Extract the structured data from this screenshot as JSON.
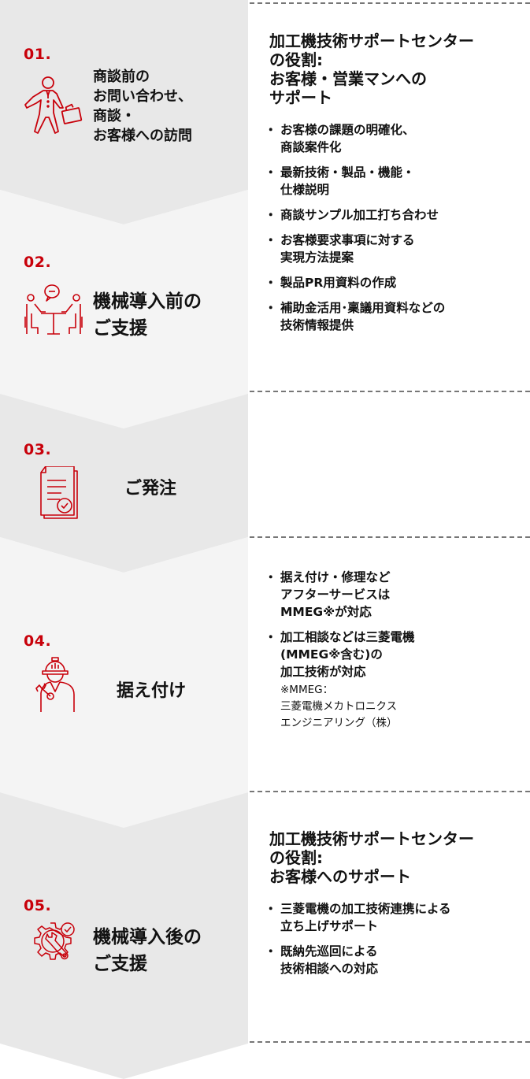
{
  "colors": {
    "accent_red": "#c8000a",
    "band_dark": "#e8e8e8",
    "band_light": "#f4f4f4",
    "dash": "#777777"
  },
  "steps": [
    {
      "number": "01.",
      "title": "商談前の\nお問い合わせ、\n商談・\nお客様への訪問",
      "icon": "businessman-briefcase-icon"
    },
    {
      "number": "02.",
      "title": "機械導入前の\nご支援",
      "icon": "meeting-table-icon"
    },
    {
      "number": "03.",
      "title": "ご発注",
      "icon": "document-check-icon"
    },
    {
      "number": "04.",
      "title": "据え付け",
      "icon": "worker-helmet-wrench-icon"
    },
    {
      "number": "05.",
      "title": "機械導入後の\nご支援",
      "icon": "gear-wrench-check-icon"
    }
  ],
  "panels": {
    "pre_sales": {
      "heading": "加工機技術サポートセンター\nの役割:\nお客様・営業マンへの\nサポート",
      "items": [
        "お客様の課題の明確化、\n商談案件化",
        "最新技術・製品・機能・\n仕様説明",
        "商談サンプル加工打ち合わせ",
        "お客様要求事項に対する\n実現方法提案",
        "製品PR用資料の作成",
        "補助金活用･稟議用資料などの\n技術情報提供"
      ]
    },
    "installation": {
      "items": [
        "据え付け・修理など\nアフターサービスは\nMMEG※が対応",
        "加工相談などは三菱電機\n(MMEG※含む)の\n加工技術が対応"
      ],
      "note": "※MMEG：\n三菱電機メカトロニクス\nエンジニアリング（株）"
    },
    "post_install": {
      "heading": "加工機技術サポートセンター\nの役割:\nお客様へのサポート",
      "items": [
        "三菱電機の加工技術連携による\n立ち上げサポート",
        "既納先巡回による\n技術相談への対応"
      ]
    }
  }
}
